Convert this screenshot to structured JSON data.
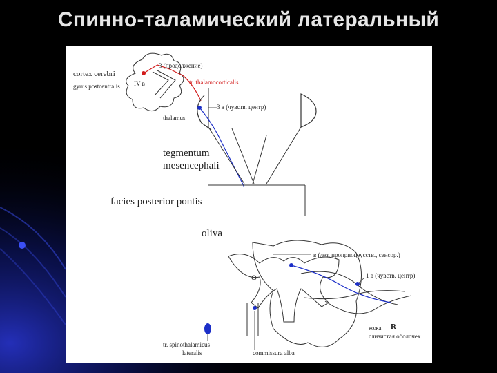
{
  "slide": {
    "title": "Спинно-таламический латеральный",
    "colors": {
      "background": "#000000",
      "accent_blue": "#1a2bd0",
      "pathway_red": "#d21b1b",
      "pathway_blue": "#1c2fc8"
    }
  },
  "diagram": {
    "labels": {
      "cortex_cerebri": "cortex cerebri",
      "gyrus_postcentralis": "gyrus postcentralis",
      "layer_iv": "IV в",
      "neuron_top": "3 (продолжение)",
      "tract_red": "tr. thalamocorticalis",
      "neuron_3": "3 в (чувств. центр)",
      "thalamus": "thalamus",
      "tegmentum_1": "tegmentum",
      "tegmentum_2": "mesencephali",
      "facies": "facies posterior pontis",
      "oliva": "oliva",
      "neuron_2": "в (лез. проприоцеусств., сенсор.)",
      "neuron_1": "1 в (чувств. центр)",
      "R": "R",
      "skin_1": "кожа",
      "skin_2": "слизистая оболочек",
      "tract_bottom_1": "tr. spinothalamicus",
      "tract_bottom_2": "lateralis",
      "commissure": "commissura alba"
    }
  }
}
